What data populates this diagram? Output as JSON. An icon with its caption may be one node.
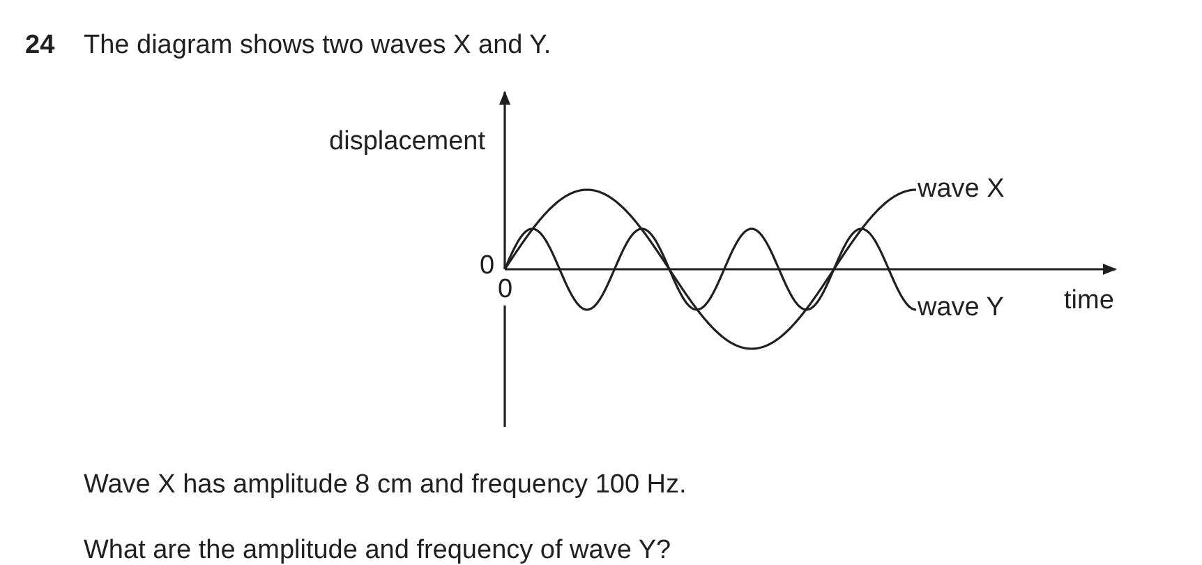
{
  "diagram": {
    "labels": [
      "24",
      "The diagram shows two waves X and Y.",
      "displacement",
      "0",
      "0",
      "wave X",
      "wave Y",
      "time",
      "Wave X has amplitude 8 cm and frequency 100 Hz.",
      "What are the amplitude and frequency of wave Y?"
    ]
  }
}
